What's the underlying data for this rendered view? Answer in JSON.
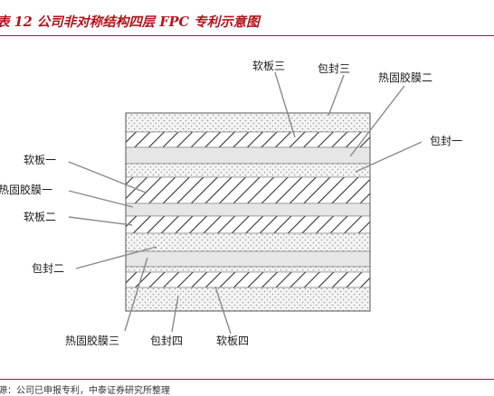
{
  "title": "表 12  公司非对称结构四层 FPC 专利示意图",
  "source": "源：公司已申报专利，中泰证券研究所整理",
  "colors": {
    "accent": "#b5121b",
    "dots_fill": "#f4f4f4",
    "dot": "#9a9a9a",
    "hatch": "#333333",
    "adhesive": "#e6e6e6",
    "leader": "#8a8a8a"
  },
  "layers": [
    {
      "name": "包封三",
      "pattern": "dots"
    },
    {
      "name": "软板三",
      "pattern": "hatch"
    },
    {
      "name": "热固胶膜二",
      "pattern": "adhesive"
    },
    {
      "name": "包封一",
      "pattern": "dots"
    },
    {
      "name": "软板一",
      "pattern": "hatch"
    },
    {
      "name": "热固胶膜一",
      "pattern": "adhesive"
    },
    {
      "name": "软板二",
      "pattern": "hatch"
    },
    {
      "name": "包封二",
      "pattern": "dots"
    },
    {
      "name": "热固胶膜三",
      "pattern": "adhesive"
    },
    {
      "name": "包封四",
      "pattern": "dots"
    },
    {
      "name": "软板四",
      "pattern": "hatch"
    },
    {
      "name": "包封四",
      "pattern": "dots"
    }
  ],
  "labels": {
    "top": [
      "软板三",
      "包封三",
      "热固胶膜二"
    ],
    "right": [
      "包封一"
    ],
    "left": [
      "软板一",
      "热固胶膜一",
      "软板二",
      "包封二"
    ],
    "bottom": [
      "热固胶膜三",
      "包封四",
      "软板四"
    ]
  }
}
